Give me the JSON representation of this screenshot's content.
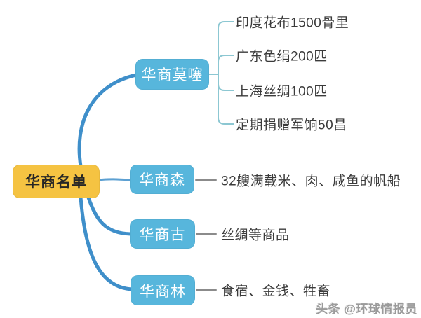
{
  "colors": {
    "root_fill": "#F5C342",
    "root_text": "#262626",
    "branch_fill": "#57B6DC",
    "branch_text": "#FFFFFF",
    "curve_stroke": "#3F8FCA",
    "bracket_stroke": "#8CC7D2",
    "line_stroke": "#8B8B8B",
    "leaf_text": "#3B3B3B",
    "watermark_text": "#9B9B9B",
    "background": "#FFFFFF"
  },
  "mindmap": {
    "root": {
      "label": "华商名单"
    },
    "branches": [
      {
        "label": "华商莫噻",
        "leaves": [
          "印度花布1500骨里",
          "广东色绢200匹",
          "上海丝绸100匹",
          "定期捐赠军饷50昌"
        ]
      },
      {
        "label": "华商森",
        "leaves": [
          "32艘满载米、肉、咸鱼的帆船"
        ]
      },
      {
        "label": "华商古",
        "leaves": [
          "丝绸等商品"
        ]
      },
      {
        "label": "华商林",
        "leaves": [
          "食宿、金钱、牲畜"
        ]
      }
    ]
  },
  "watermark": {
    "text": "头条 @环球情报员"
  }
}
